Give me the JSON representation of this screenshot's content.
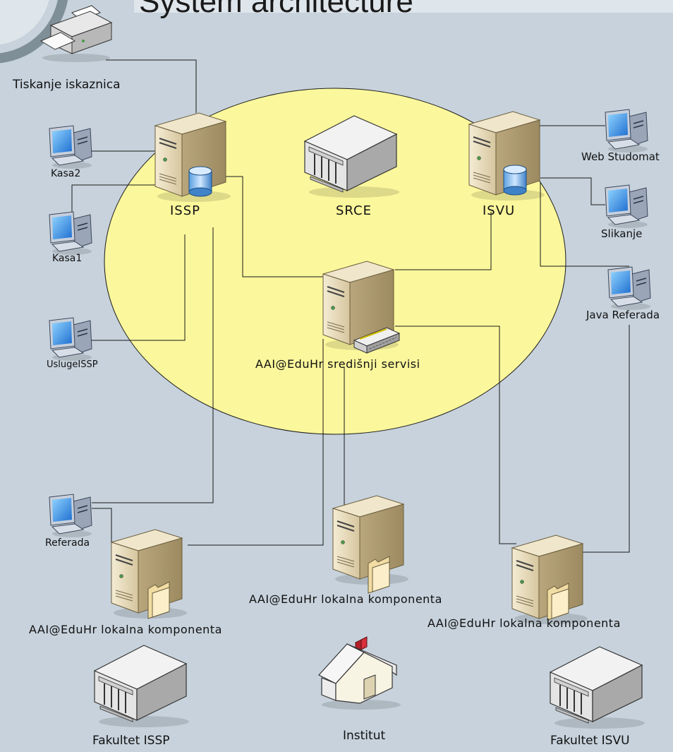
{
  "title": "System architecture",
  "labels": {
    "tiskanje": "Tiskanje iskaznica",
    "kasa2": "Kasa2",
    "kasa1": "Kasa1",
    "usluge_issp": "UslugeISSP",
    "issp": "ISSP",
    "srce": "SRCE",
    "isvu": "ISVU",
    "web_studomat": "Web Studomat",
    "slikanje": "Slikanje",
    "java_referada": "Java Referada",
    "aai_central": "AAI@EduHr središnji servisi",
    "referada": "Referada",
    "aai_local_left": "AAI@EduHr lokalna komponenta",
    "aai_local_mid": "AAI@EduHr lokalna komponenta",
    "aai_local_right": "AAI@EduHr lokalna komponenta",
    "fakultet_issp": "Fakultet ISSP",
    "institut": "Institut",
    "fakultet_isvu": "Fakultet ISVU"
  },
  "colors": {
    "background": "#c7d2dc",
    "ellipse": "#fbf79c",
    "connector": "#1a1a1a",
    "server": "#e3d6b4",
    "monitor": "#2d8fe0",
    "building": "#e8e8e8",
    "flag": "#d9303a"
  },
  "icons": [
    "printer-icon",
    "workstation-icon",
    "server-icon",
    "database-icon",
    "building-icon",
    "house-icon",
    "folder-icon",
    "router-icon"
  ]
}
